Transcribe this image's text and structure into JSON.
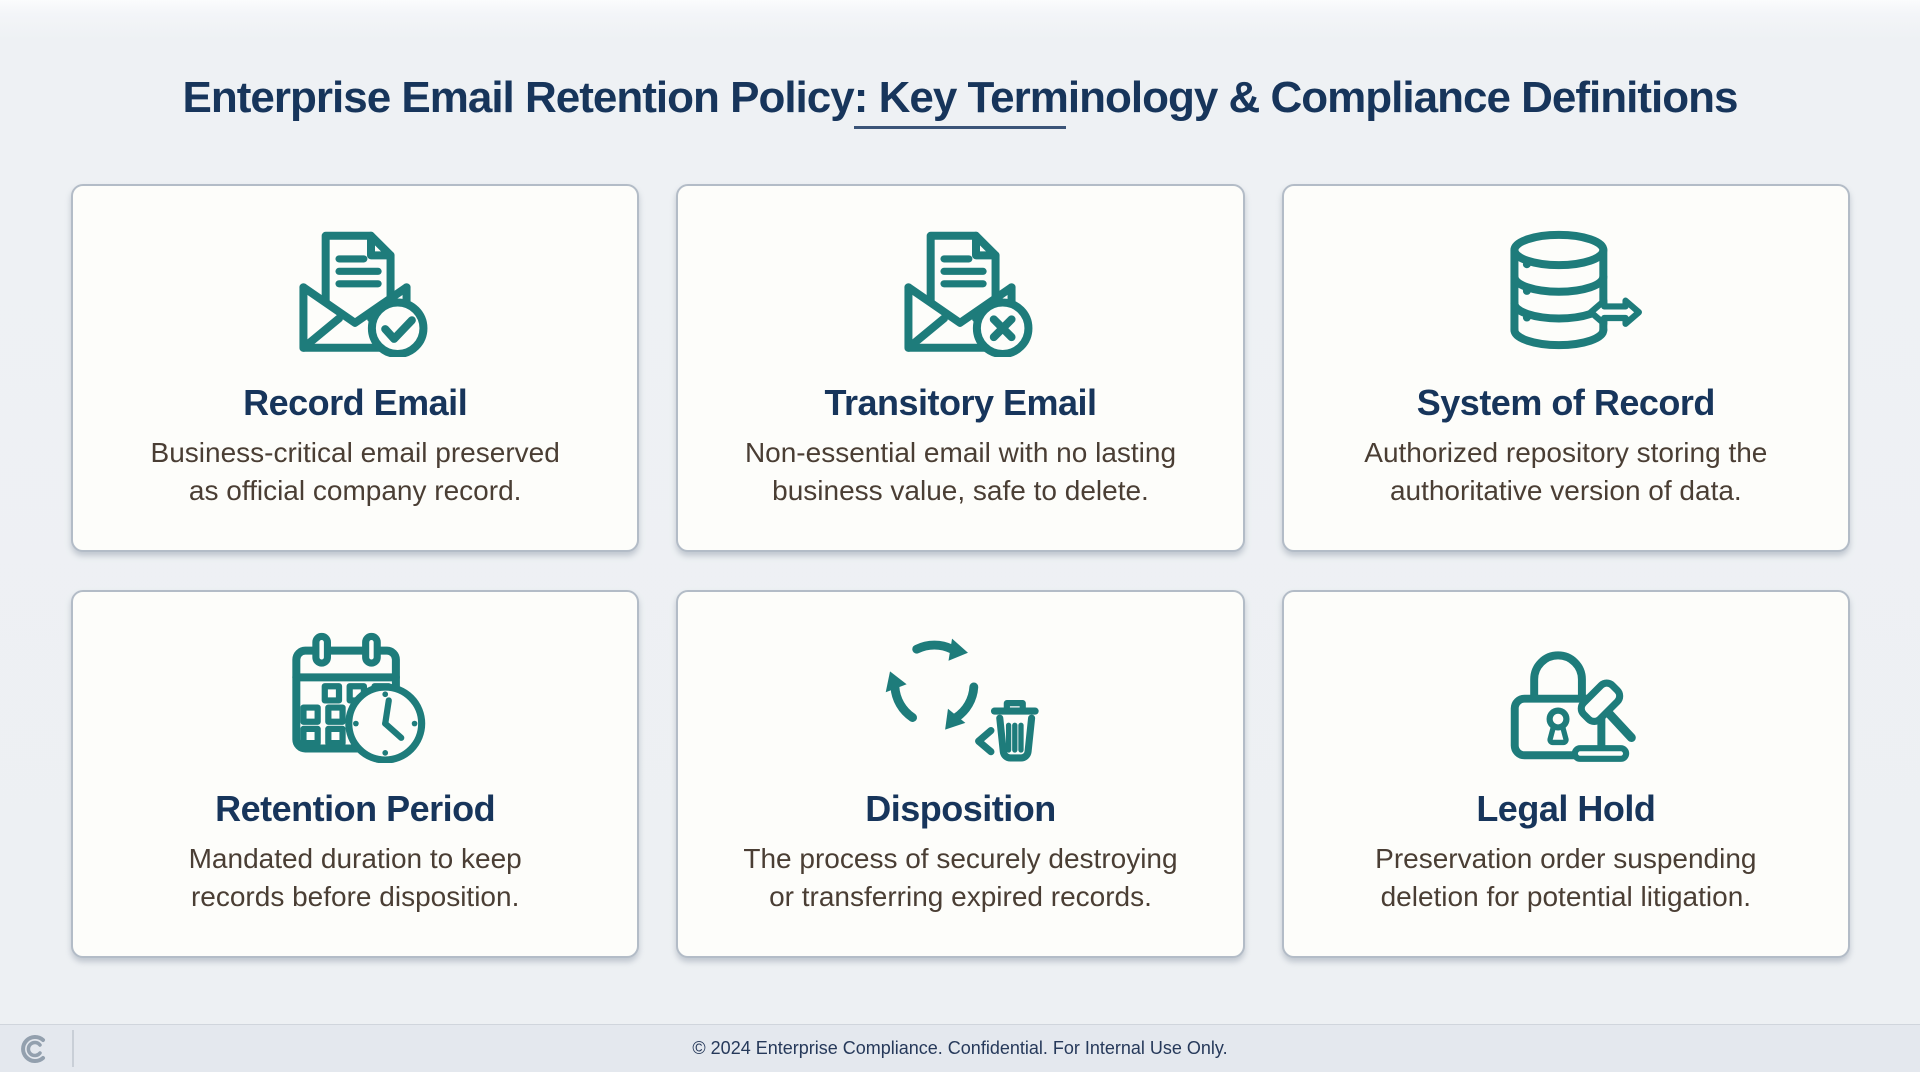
{
  "page": {
    "title": "Enterprise Email Retention Policy: Key Terminology & Compliance Definitions"
  },
  "cards": [
    {
      "icon": "envelope-document-check-icon",
      "title": "Record Email",
      "description": "Business-critical email preserved\nas official company record."
    },
    {
      "icon": "envelope-document-x-icon",
      "title": "Transitory Email",
      "description": "Non-essential email with no lasting\nbusiness value, safe to delete."
    },
    {
      "icon": "database-sync-arrows-icon",
      "title": "System of Record",
      "description": "Authorized repository storing the\nauthoritative version of data."
    },
    {
      "icon": "calendar-clock-icon",
      "title": "Retention Period",
      "description": "Mandated duration to keep\nrecords before disposition."
    },
    {
      "icon": "recycle-trash-icon",
      "title": "Disposition",
      "description": "The process of securely destroying\nor transferring expired records."
    },
    {
      "icon": "padlock-gavel-icon",
      "title": "Legal Hold",
      "description": "Preservation order suspending\ndeletion for potential litigation."
    }
  ],
  "footer": {
    "copyright": "© 2024 Enterprise Compliance. Confidential. For Internal Use Only."
  },
  "colors": {
    "accent_teal": "#1e7c7b",
    "heading_navy": "#17355b",
    "body_text": "#4a3e34",
    "card_background": "#fdfdfa",
    "page_background": "#eef1f4"
  }
}
